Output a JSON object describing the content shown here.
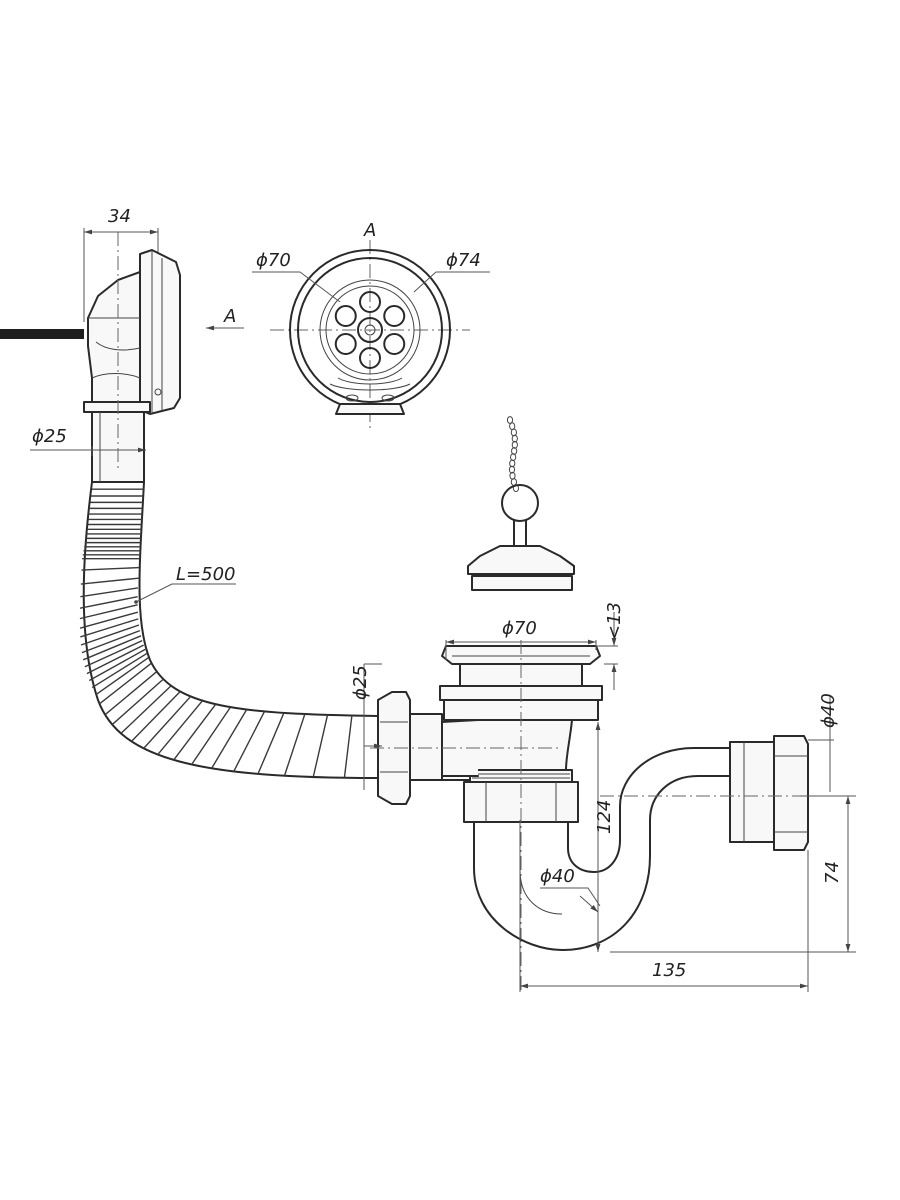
{
  "drawing": {
    "colors": {
      "line": "#2a2a2a",
      "background": "#ffffff",
      "cable": "#222222"
    },
    "view_label": "A",
    "view_arrow_label": "A",
    "dimensions": {
      "overflow_width": "34",
      "overflow_pipe_diameter": "ϕ25",
      "hose_length": "L=500",
      "hose_outlet_diameter": "ϕ25",
      "grate_inner_diameter": "ϕ70",
      "grate_outer_diameter": "ϕ74",
      "strainer_diameter": "ϕ70",
      "strainer_rim_height": "<13",
      "trap_height": "124",
      "trap_pipe_diameter": "ϕ40",
      "outlet_diameter": "ϕ40",
      "outlet_height": "74",
      "trap_width": "135"
    }
  }
}
